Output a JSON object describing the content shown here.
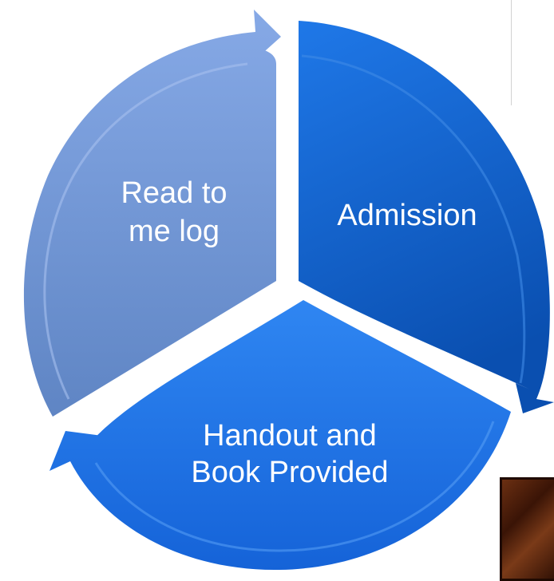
{
  "diagram": {
    "type": "cycle",
    "segments": [
      {
        "id": "admission",
        "label": "Admission",
        "color": "#0b5fc8"
      },
      {
        "id": "handout",
        "label_lines": [
          "Handout and",
          "Book Provided"
        ],
        "color": "#1e6fe6"
      },
      {
        "id": "read-log",
        "label_lines": [
          "Read to",
          "me log"
        ],
        "color": "#6f93d3"
      }
    ],
    "flow": [
      "Read to me log",
      "Admission",
      "Handout and Book Provided",
      "Read to me log"
    ]
  }
}
